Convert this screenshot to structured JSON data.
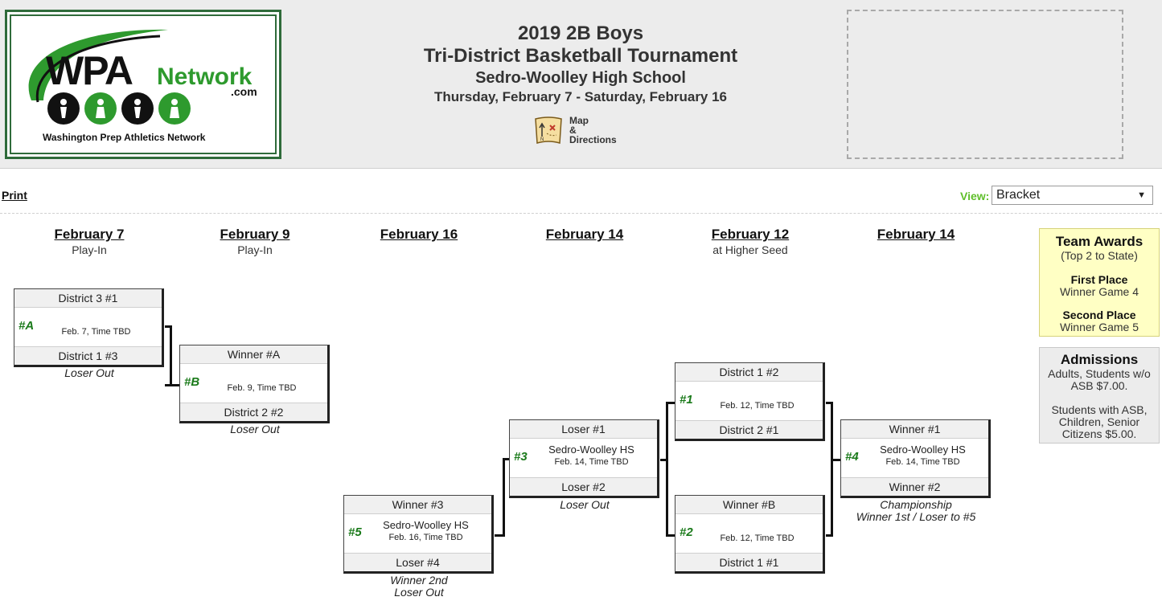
{
  "header": {
    "logo": {
      "brand": "WPANetwork",
      "brand_left": "WPA",
      "brand_right": "Network",
      "suffix": ".com",
      "tagline": "Washington Prep Athletics Network"
    },
    "title_line1": "2019 2B Boys",
    "title_line2": "Tri-District Basketball Tournament",
    "venue": "Sedro-Woolley High School",
    "dates": "Thursday, February 7 - Saturday, February 16",
    "map_label_1": "Map",
    "map_label_2": "&",
    "map_label_3": "Directions"
  },
  "toolbar": {
    "print_label": "Print",
    "view_label": "View:",
    "view_selected": "Bracket"
  },
  "columns": [
    {
      "date": "February 7",
      "sub": "Play-In"
    },
    {
      "date": "February 9",
      "sub": "Play-In"
    },
    {
      "date": "February 16",
      "sub": ""
    },
    {
      "date": "February 14",
      "sub": ""
    },
    {
      "date": "February 12",
      "sub": "at Higher Seed"
    },
    {
      "date": "February 14",
      "sub": ""
    }
  ],
  "games": {
    "A": {
      "num": "#A",
      "top": "District 3 #1",
      "bottom": "District 1 #3",
      "location": "",
      "when": "Feb. 7, Time TBD",
      "note": "Loser Out"
    },
    "B": {
      "num": "#B",
      "top": "Winner #A",
      "bottom": "District 2 #2",
      "location": "",
      "when": "Feb. 9, Time TBD",
      "note": "Loser Out"
    },
    "g5": {
      "num": "#5",
      "top": "Winner #3",
      "bottom": "Loser #4",
      "location": "Sedro-Woolley HS",
      "when": "Feb. 16, Time TBD",
      "note1": "Winner 2nd",
      "note2": "Loser Out"
    },
    "g3": {
      "num": "#3",
      "top": "Loser #1",
      "bottom": "Loser #2",
      "location": "Sedro-Woolley HS",
      "when": "Feb. 14, Time TBD",
      "note": "Loser Out"
    },
    "g1": {
      "num": "#1",
      "top": "District 1 #2",
      "bottom": "District 2 #1",
      "location": "",
      "when": "Feb. 12, Time TBD"
    },
    "g2": {
      "num": "#2",
      "top": "Winner #B",
      "bottom": "District 1 #1",
      "location": "",
      "when": "Feb. 12, Time TBD"
    },
    "g4": {
      "num": "#4",
      "top": "Winner #1",
      "bottom": "Winner #2",
      "location": "Sedro-Woolley HS",
      "when": "Feb. 14, Time TBD",
      "note1": "Championship",
      "note2": "Winner 1st / Loser to #5"
    }
  },
  "awards": {
    "title": "Team Awards",
    "subtitle": "(Top 2 to State)",
    "first_label": "First Place",
    "first_value": "Winner Game 4",
    "second_label": "Second Place",
    "second_value": "Winner Game 5"
  },
  "admissions": {
    "title": "Admissions",
    "line1": "Adults, Students w/o",
    "line2": "ASB $7.00.",
    "line3": "Students with ASB,",
    "line4": "Children, Senior",
    "line5": "Citizens $5.00."
  }
}
